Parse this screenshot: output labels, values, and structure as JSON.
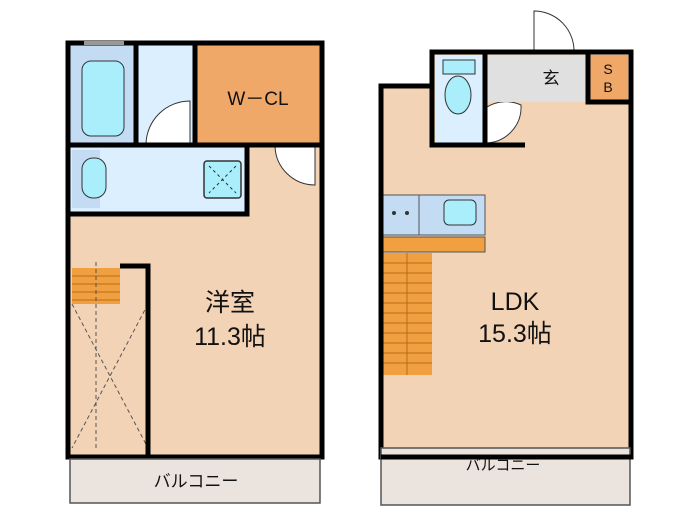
{
  "left_unit": {
    "walk_in_closet": "W－CL",
    "room_name": "洋室",
    "room_size": "11.3帖",
    "balcony": "バルコニー"
  },
  "right_unit": {
    "entrance": "玄",
    "shoe_box": [
      "S",
      "B"
    ],
    "room_name": "LDK",
    "room_size": "15.3帖",
    "balcony": "バルコニー"
  },
  "colors": {
    "room": "#f3d3b5",
    "wet_area": "#dcefff",
    "fixture": "#a9eefa",
    "closet": "#f0a868",
    "stairs": "#f0a040",
    "entrance": "#e0e0e0",
    "balcony": "#ebe3de"
  }
}
